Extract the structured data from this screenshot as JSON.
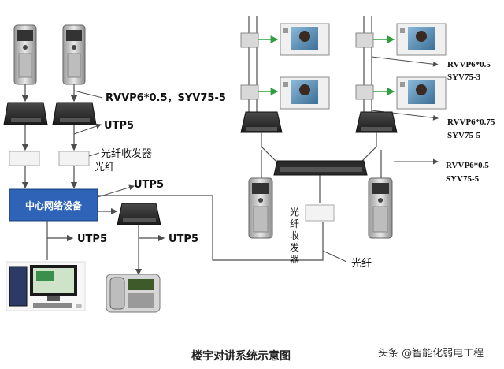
{
  "labels": {
    "cable_left_top": "RVVP6*0.5，SYV75-5",
    "utp5_a": "UTP5",
    "transceiver_label": "光纤收发器",
    "fiber_left": "光纤",
    "utp5_b": "UTP5",
    "center_device": "中心网络设备",
    "utp5_c": "UTP5",
    "utp5_d": "UTP5",
    "cable_r1_a": "RVVP6*0.5",
    "cable_r1_b": "SYV75-3",
    "cable_r2_a": "RVVP6*0.75",
    "cable_r2_b": "SYV75-5",
    "cable_r3_a": "RVVP6*0.5",
    "cable_r3_b": "SYV75-5",
    "transceiver_vertical": [
      "光",
      "纤",
      "收",
      "发",
      "器"
    ],
    "fiber_bottom": "光纤",
    "caption": "楼宇对讲系统示意图",
    "watermark": "头条 @智能化弱电工程"
  },
  "colors": {
    "line": "#4d4d4d",
    "arrow_green": "#2e9e3e",
    "center_box": "#2f63b8",
    "device_dark": "#2b2b2b"
  }
}
